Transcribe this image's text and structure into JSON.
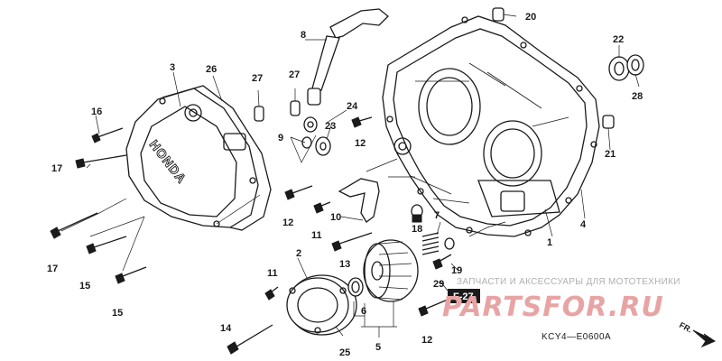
{
  "callouts": {
    "c1": "1",
    "c2": "2",
    "c3": "3",
    "c4": "4",
    "c5": "5",
    "c6": "6",
    "c7": "7",
    "c8": "8",
    "c9": "9",
    "c10": "10",
    "c11a": "11",
    "c11b": "11",
    "c12a": "12",
    "c12b": "12",
    "c12c": "12",
    "c13": "13",
    "c14": "14",
    "c15a": "15",
    "c15b": "15",
    "c16": "16",
    "c17a": "17",
    "c17b": "17",
    "c18": "18",
    "c19": "19",
    "c20": "20",
    "c21": "21",
    "c22": "22",
    "c23": "23",
    "c24": "24",
    "c25": "25",
    "c26": "26",
    "c27a": "27",
    "c27b": "27",
    "c28": "28",
    "c29": "29"
  },
  "ref_label": "F-27",
  "diagram_code": "KCY4—E0600A",
  "direction_label": "FR.",
  "cover_emboss": "HONDA",
  "watermark": {
    "tagline": "ЗАПЧАСТИ И АКСЕССУАРЫ ДЛЯ МОТОТЕХНИКИ",
    "logo": "PARTSFOR.RU"
  },
  "colors": {
    "line": "#1a1a1a",
    "watermark_logo": "#e8a4a4",
    "watermark_text": "#b0b0b0"
  }
}
